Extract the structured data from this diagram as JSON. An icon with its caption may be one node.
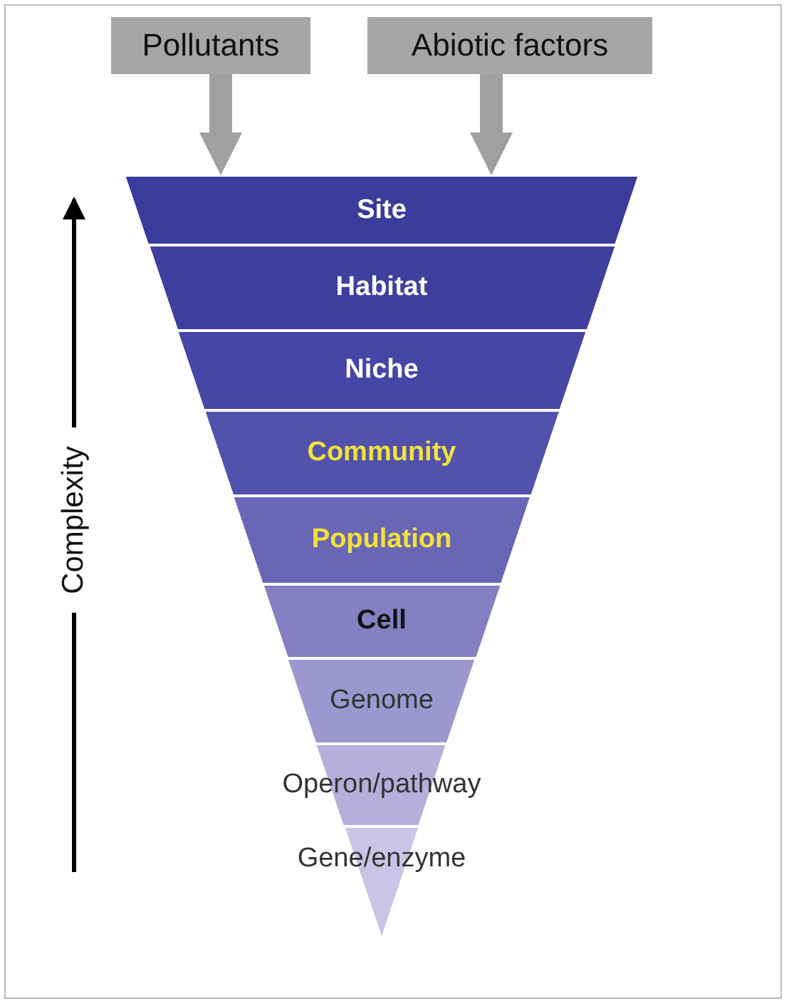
{
  "diagram": {
    "nodes": [
      {
        "text": [
          "Pollutants"
        ]
      },
      {
        "text": [
          "Abiotic factors"
        ]
      },
      {
        "text": [
          "Site"
        ]
      },
      {
        "text": [
          "Habitat"
        ]
      },
      {
        "text": [
          "Niche"
        ]
      },
      {
        "text": [
          "Community"
        ]
      },
      {
        "text": [
          "Population"
        ]
      },
      {
        "text": [
          "Cell"
        ]
      },
      {
        "text": [
          "Genome"
        ]
      },
      {
        "text": [
          "Operon/pathway"
        ]
      },
      {
        "text": [
          "Gene/enzyme"
        ]
      }
    ],
    "edges": [
      {
        "from": 0,
        "to": 2,
        "arrow": "to"
      },
      {
        "from": 1,
        "to": 2,
        "arrow": "to"
      }
    ],
    "labels": [
      "Complexity"
    ]
  }
}
